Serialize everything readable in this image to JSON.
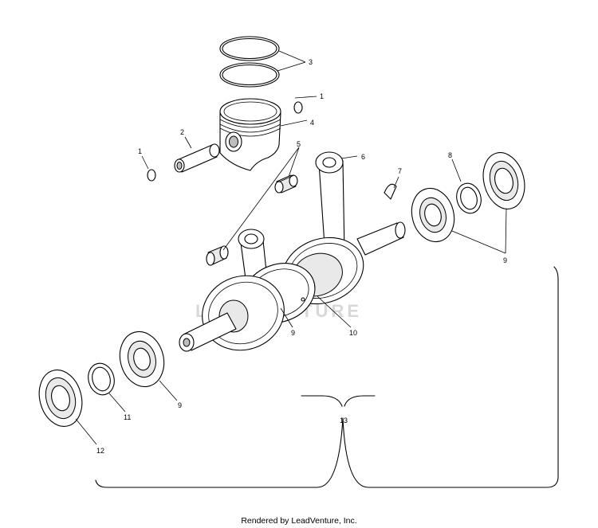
{
  "watermark": "LEADVENTURE",
  "footer": "Rendered by LeadVenture, Inc.",
  "callouts": {
    "c1a": "1",
    "c1b": "1",
    "c2": "2",
    "c3": "3",
    "c4": "4",
    "c5": "5",
    "c6": "6",
    "c7": "7",
    "c8": "8",
    "c9a": "9",
    "c9b": "9",
    "c9c": "9",
    "c10": "10",
    "c11": "11",
    "c12": "12",
    "c13": "13"
  }
}
